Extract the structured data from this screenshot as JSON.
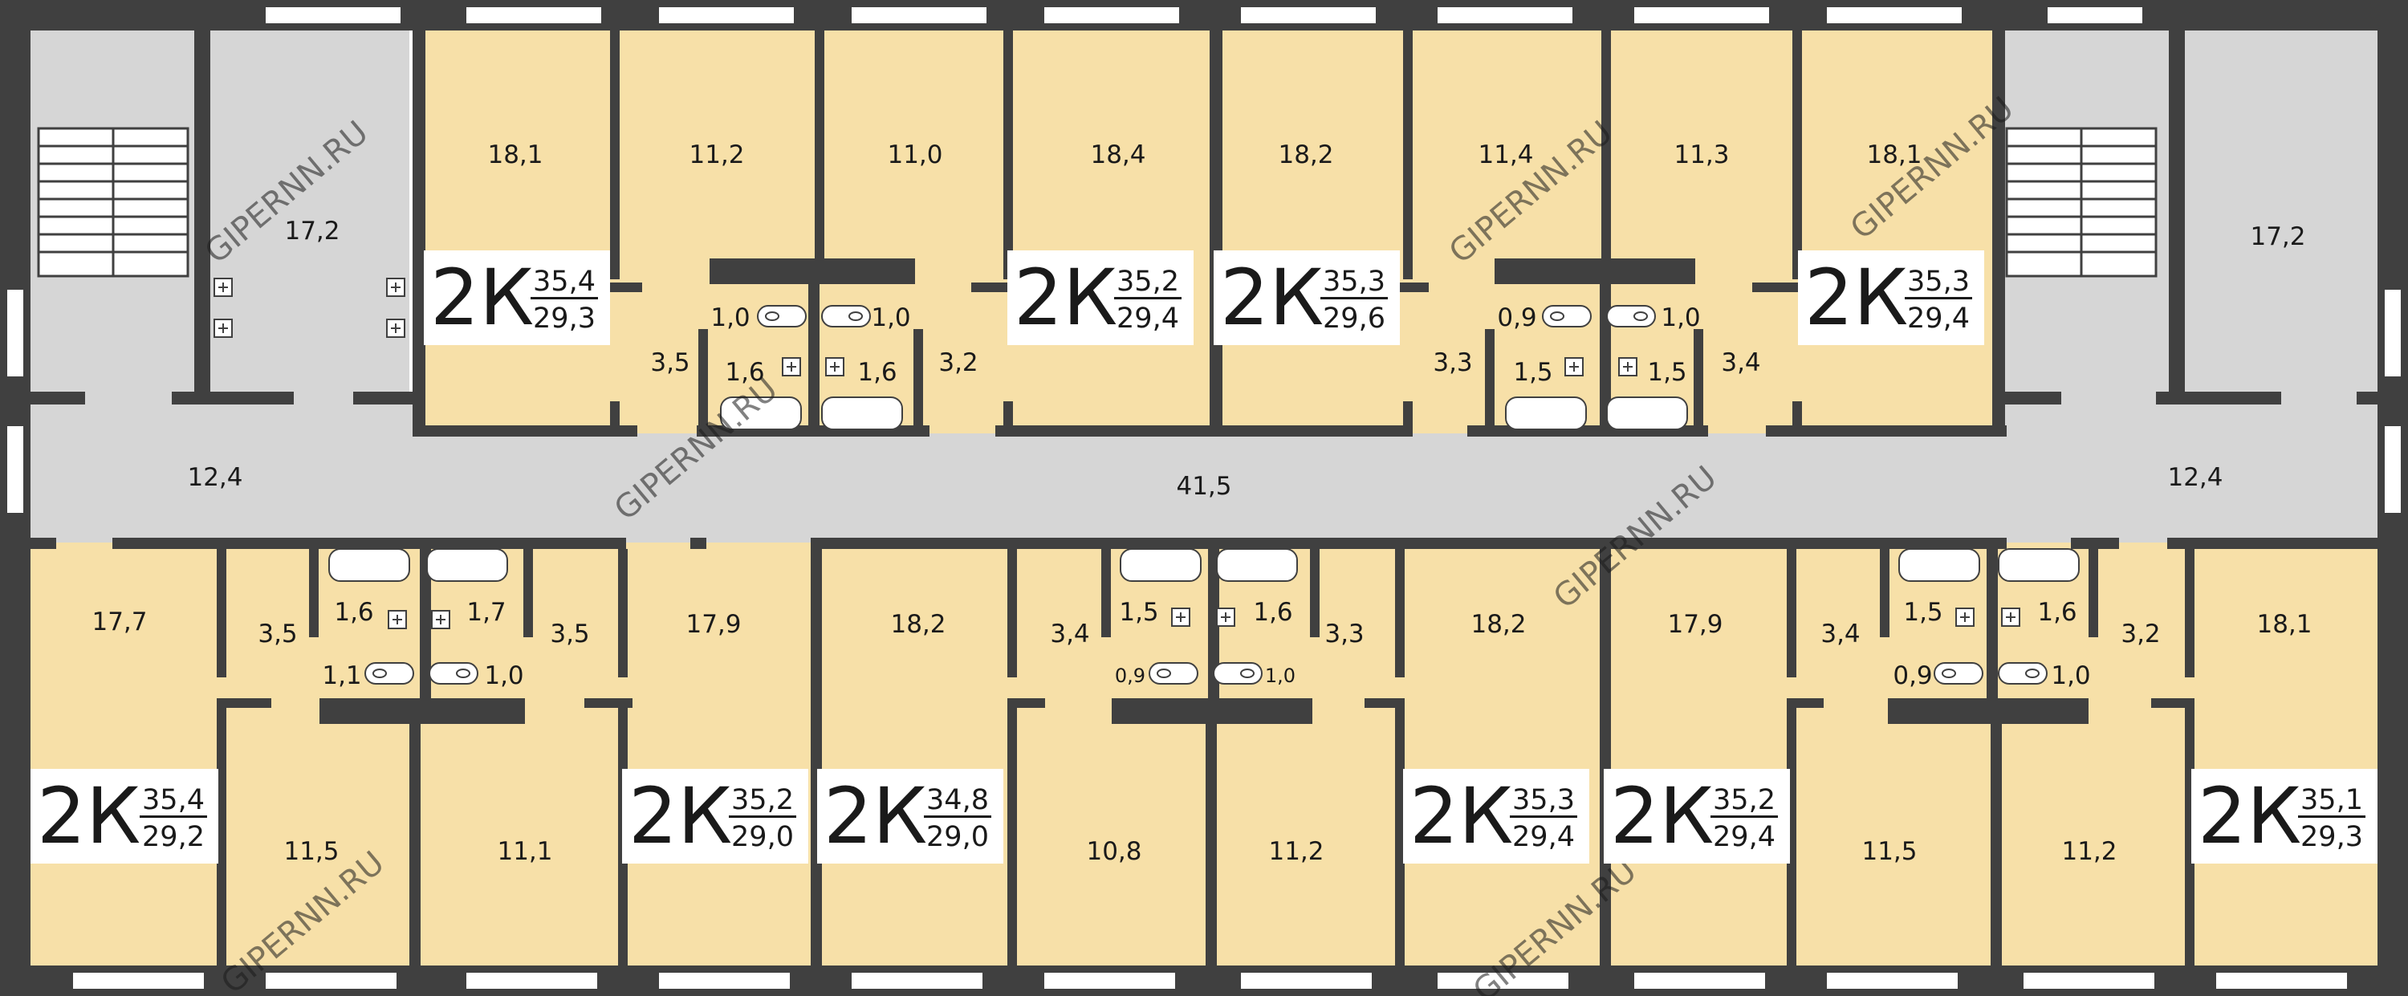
{
  "plan": {
    "watermark": "GIPERNN.RU",
    "areas": {
      "west_stair_room": "17,2",
      "west_hall": "12,4",
      "corridor": "41,5",
      "east_hall": "12,4",
      "east_stair_room": "17,2",
      "top_rooms": [
        "18,1",
        "11,2",
        "11,0",
        "18,4",
        "18,2",
        "11,4",
        "11,3",
        "18,1"
      ],
      "top_halls": [
        "3,5",
        "3,2",
        "3,3",
        "3,4"
      ],
      "top_wc": [
        "1,0",
        "1,0",
        "0,9",
        "1,0"
      ],
      "top_bath": [
        "1,6",
        "1,6",
        "1,5",
        "1,5"
      ],
      "bottom_rooms_front": [
        "17,7",
        "17,9",
        "18,2",
        "18,2",
        "17,9",
        "18,1"
      ],
      "bottom_rooms_back": [
        "11,5",
        "11,1",
        "10,8",
        "11,2",
        "11,5",
        "11,2"
      ],
      "bottom_halls": [
        "3,5",
        "3,5",
        "3,4",
        "3,3",
        "3,4",
        "3,2"
      ],
      "bottom_bath": [
        "1,6",
        "1,7",
        "1,5",
        "1,6",
        "1,5",
        "1,6"
      ],
      "bottom_wc": [
        "1,1",
        "1,0",
        "0,9",
        "1,0",
        "0,9",
        "1,0"
      ]
    },
    "apartments_top": [
      {
        "type": "2К",
        "total": "35,4",
        "living": "29,3"
      },
      {
        "type": "2К",
        "total": "35,2",
        "living": "29,4"
      },
      {
        "type": "2К",
        "total": "35,3",
        "living": "29,6"
      },
      {
        "type": "2К",
        "total": "35,3",
        "living": "29,4"
      }
    ],
    "apartments_bottom": [
      {
        "type": "2К",
        "total": "35,4",
        "living": "29,2"
      },
      {
        "type": "2К",
        "total": "35,2",
        "living": "29,0"
      },
      {
        "type": "2К",
        "total": "34,8",
        "living": "29,0"
      },
      {
        "type": "2К",
        "total": "35,3",
        "living": "29,4"
      },
      {
        "type": "2К",
        "total": "35,2",
        "living": "29,4"
      },
      {
        "type": "2К",
        "total": "35,1",
        "living": "29,3"
      }
    ],
    "colors": {
      "apartment_fill": "#f7e0a8",
      "common_area_fill": "#d6d6d6",
      "wall": "#404040",
      "window": "#ffffff",
      "label_box": "#ffffff"
    },
    "icons": [
      "stair-icon",
      "socket-icon",
      "toilet-icon",
      "bathtub-icon",
      "window-icon"
    ]
  }
}
